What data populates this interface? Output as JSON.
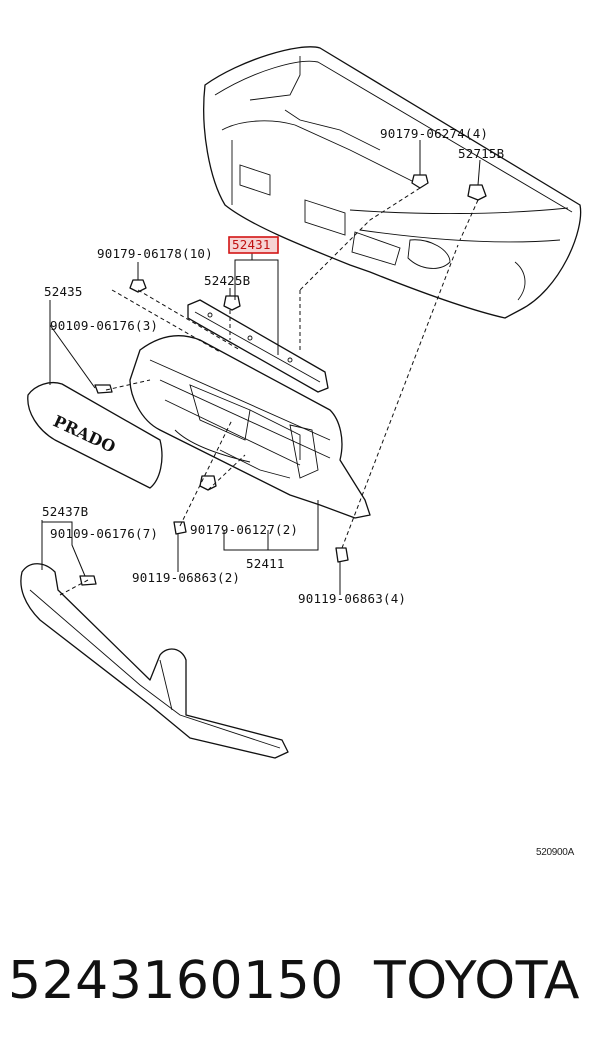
{
  "labels": {
    "p90179_06274": "90179-06274(4)",
    "p52715B": "52715B",
    "p52431": "52431",
    "p90179_06178": "90179-06178(10)",
    "p52425B": "52425B",
    "p52435": "52435",
    "p90109_06176_3": "90109-06176(3)",
    "p52437B": "52437B",
    "p90109_06176_7": "90109-06176(7)",
    "p90179_06127": "90179-06127(2)",
    "p52411": "52411",
    "p90119_06863_2": "90119-06863(2)",
    "p90119_06863_4": "90119-06863(4)",
    "emblem": "PRADO"
  },
  "diagram_code": "520900A",
  "footer": {
    "part_number": "5243160150",
    "brand": "TOYOTA"
  },
  "colors": {
    "highlight_border": "#d21414",
    "highlight_fill": "#f6d3d3"
  }
}
